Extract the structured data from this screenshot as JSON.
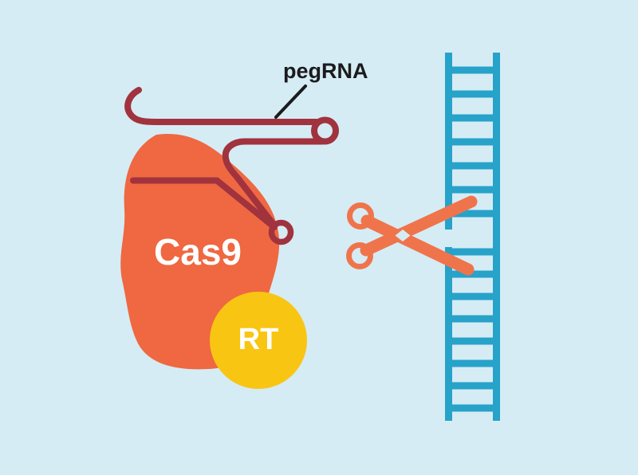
{
  "diagram": {
    "cas9_label": "Cas9",
    "rt_label": "RT",
    "pegrna_label": "pegRNA"
  },
  "colors": {
    "background": "#D5ECF5",
    "cas9_blob": "#EF6841",
    "rt_circle": "#F9C513",
    "dna_ladder": "#27A2C9",
    "pegrna_strand": "#A1333E",
    "scissors": "#F0744B",
    "label_text": "#1B1B1B",
    "protein_label_text": "#FFFFFF"
  }
}
